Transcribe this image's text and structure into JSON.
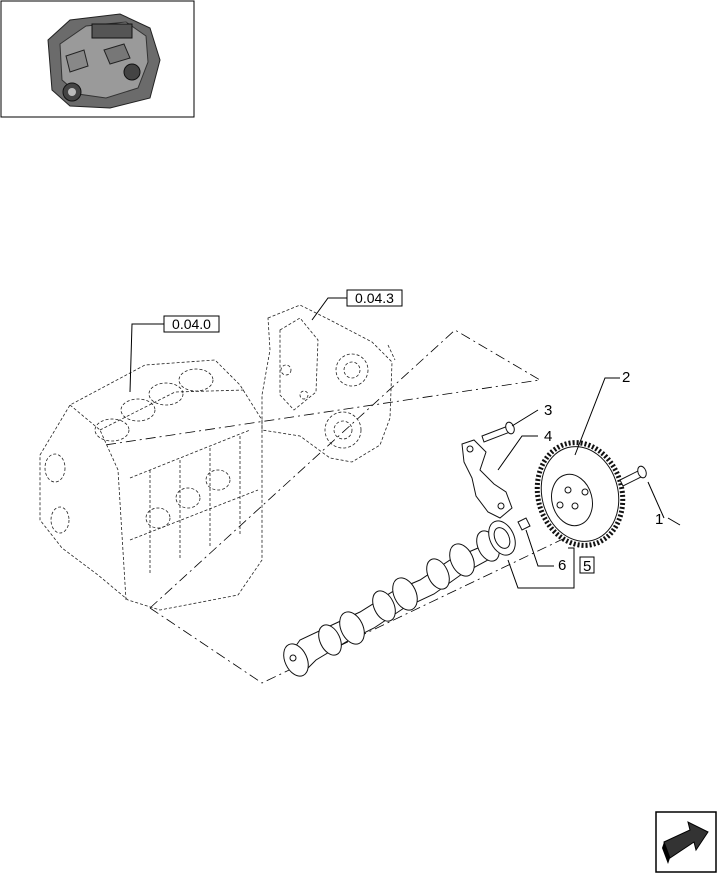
{
  "references": {
    "block": "0.04.0",
    "cover": "0.04.3"
  },
  "callouts": {
    "p1": "1",
    "p2": "2",
    "p3": "3",
    "p4": "4",
    "p5": "5",
    "p6": "6"
  },
  "icons": {
    "thumbnail": "engine-thumbnail-icon",
    "nav": "next-page-arrow-icon"
  }
}
